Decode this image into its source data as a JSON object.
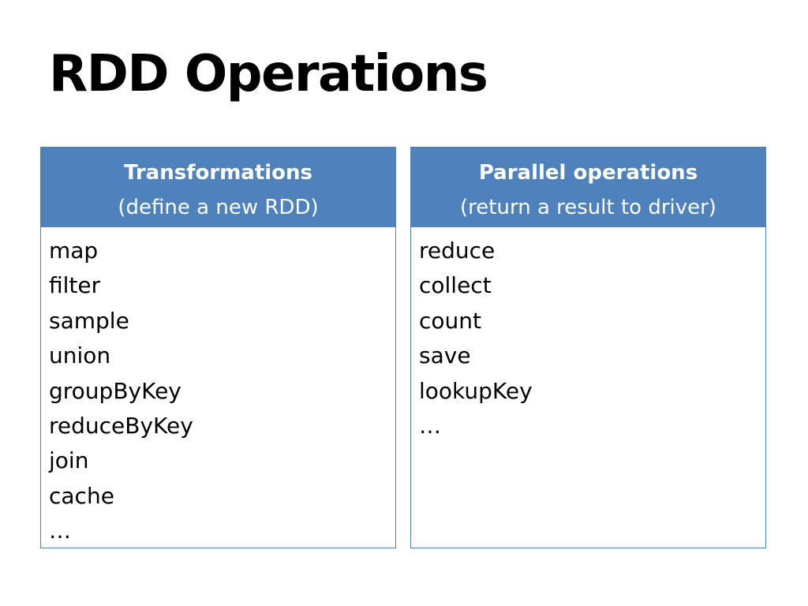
{
  "title": "RDD Operations",
  "colors": {
    "header_fill": "#4f81bd",
    "border": "#4f81bd",
    "header_text": "#ffffff"
  },
  "transformations": {
    "heading": "Transformations",
    "subheading": "(define a new RDD)",
    "items": [
      "map",
      "filter",
      "sample",
      "union",
      "groupByKey",
      "reduceByKey",
      "join",
      "cache",
      "…"
    ]
  },
  "parallel_operations": {
    "heading": "Parallel operations",
    "subheading": "(return a result to driver)",
    "items": [
      "reduce",
      "collect",
      "count",
      "save",
      "lookupKey",
      "…"
    ]
  }
}
